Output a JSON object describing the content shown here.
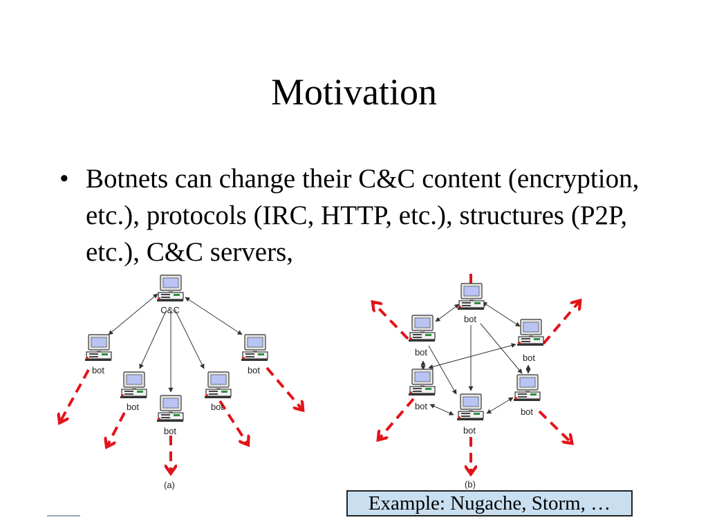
{
  "slide": {
    "title": "Motivation",
    "bullets": [
      {
        "marker": "•",
        "text": "Botnets can change their C&C content (encryption, etc.), protocols (IRC, HTTP, etc.), structures (P2P, etc.), C&C servers,"
      }
    ],
    "example_box": "Example: Nugache, Storm, …"
  },
  "diagram_a": {
    "caption": "(a)",
    "center_label": "C&C",
    "bot_label": "bot",
    "bot_count": 5
  },
  "diagram_b": {
    "caption": "(b)",
    "bot_label": "bot",
    "bot_count": 6
  },
  "colors": {
    "arrow": "#333333",
    "dashed_arrow": "#e3131a",
    "screen": "#b9c4f5",
    "example_box_bg": "#c9dff0"
  }
}
